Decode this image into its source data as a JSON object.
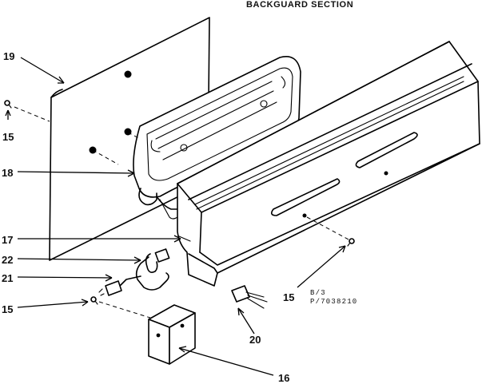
{
  "title": "BACKGUARD SECTION",
  "reference": {
    "line1": "B/3",
    "line2": "P/7038210"
  },
  "callouts": [
    {
      "id": "c19a",
      "label": "19"
    },
    {
      "id": "c15a",
      "label": "15"
    },
    {
      "id": "c18",
      "label": "18"
    },
    {
      "id": "c17",
      "label": "17"
    },
    {
      "id": "c22",
      "label": "22"
    },
    {
      "id": "c21",
      "label": "21"
    },
    {
      "id": "c15b",
      "label": "15"
    },
    {
      "id": "c15c",
      "label": "15"
    },
    {
      "id": "c20",
      "label": "20"
    },
    {
      "id": "c16",
      "label": "16"
    }
  ]
}
